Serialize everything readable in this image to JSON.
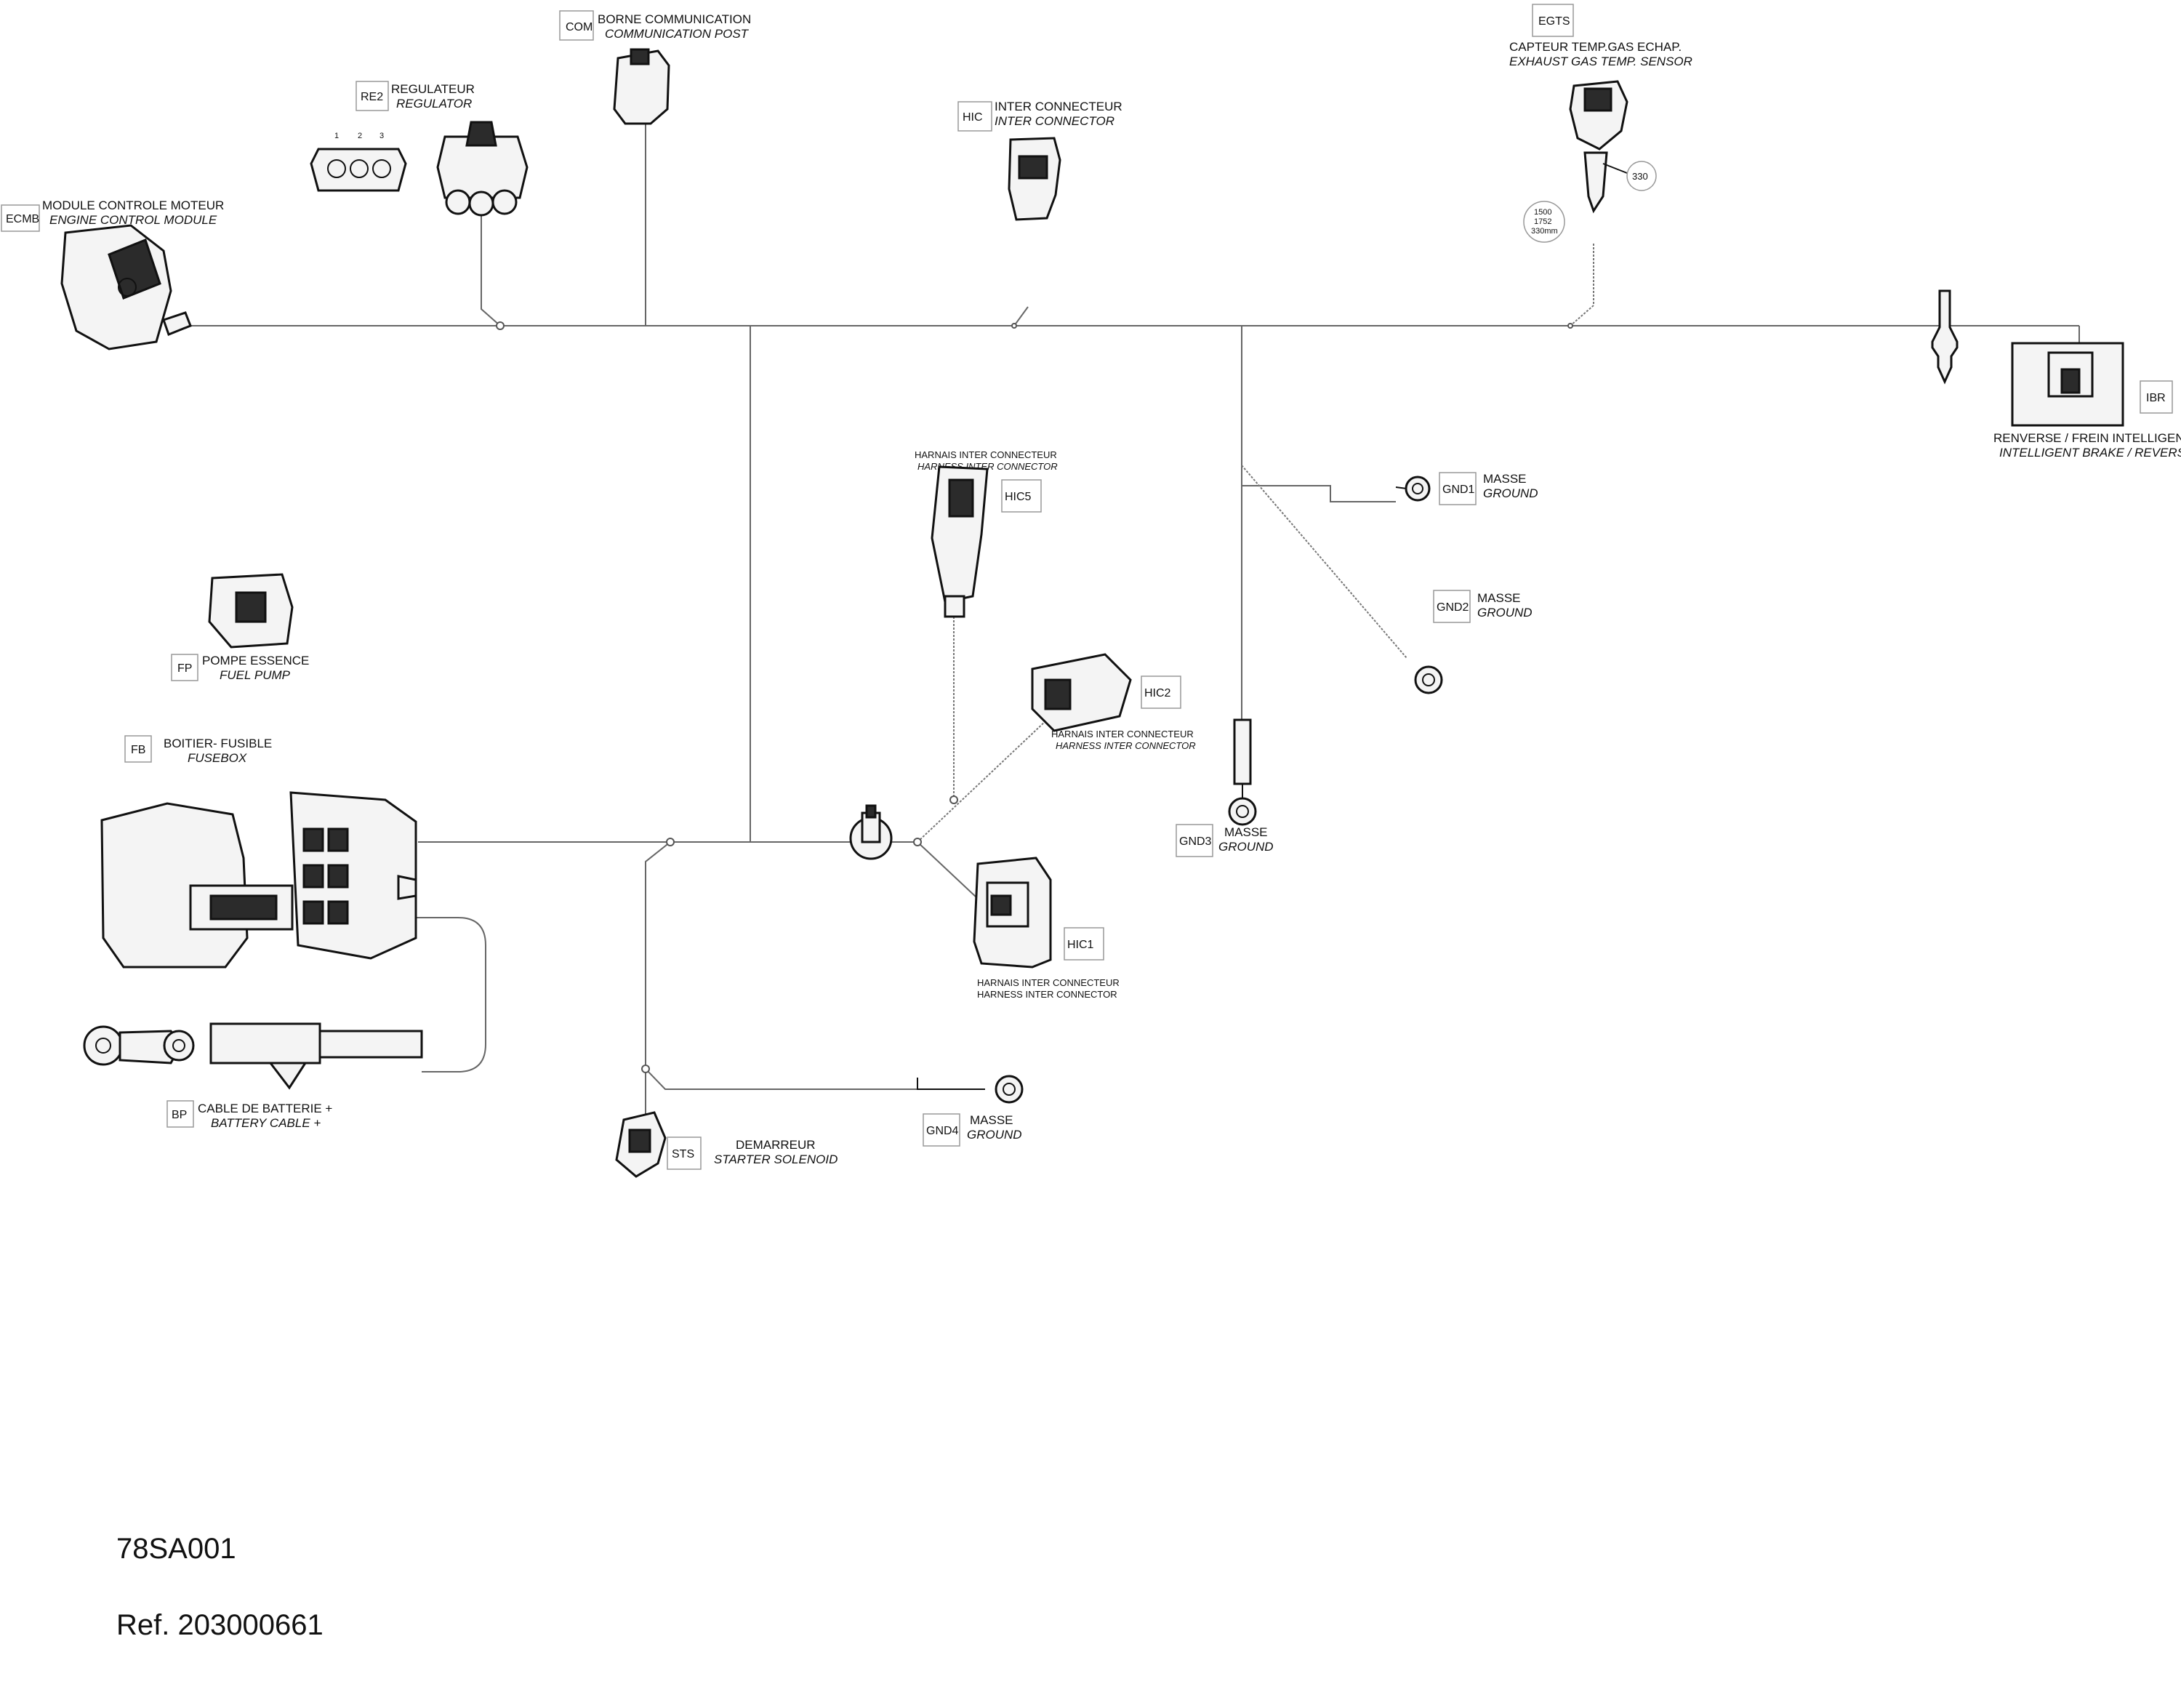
{
  "components": {
    "ecmb": {
      "code": "ECMB",
      "fr": "MODULE CONTROLE MOTEUR",
      "en": "ENGINE CONTROL MODULE"
    },
    "re2": {
      "code": "RE2",
      "fr": "REGULATEUR",
      "en": "REGULATOR",
      "pins": [
        "1",
        "2",
        "3"
      ]
    },
    "com": {
      "code": "COM",
      "fr": "BORNE COMMUNICATION",
      "en": "COMMUNICATION POST"
    },
    "hic": {
      "code": "HIC",
      "fr": "INTER CONNECTEUR",
      "en": "INTER CONNECTOR"
    },
    "egts": {
      "code": "EGTS",
      "fr": "CAPTEUR TEMP.GAS ECHAP.",
      "en": "EXHAUST GAS TEMP. SENSOR",
      "callout": "330",
      "dims": [
        "1500",
        "1752",
        "330mm"
      ]
    },
    "ibr": {
      "code": "IBR",
      "fr": "RENVERSE / FREIN INTELLIGENT",
      "en": "INTELLIGENT BRAKE / REVERSE"
    },
    "hic5": {
      "code": "HIC5",
      "fr": "HARNAIS INTER CONNECTEUR",
      "en": "HARNESS INTER CONNECTOR"
    },
    "gnd1": {
      "code": "GND1",
      "fr": "MASSE",
      "en": "GROUND"
    },
    "gnd2": {
      "code": "GND2",
      "fr": "MASSE",
      "en": "GROUND"
    },
    "fp": {
      "code": "FP",
      "fr": "POMPE ESSENCE",
      "en": "FUEL PUMP"
    },
    "hic2": {
      "code": "HIC2",
      "fr": "HARNAIS INTER CONNECTEUR",
      "en": "HARNESS INTER CONNECTOR"
    },
    "fb": {
      "code": "FB",
      "fr": "BOITIER- FUSIBLE",
      "en": "FUSEBOX"
    },
    "gnd3": {
      "code": "GND3",
      "fr": "MASSE",
      "en": "GROUND"
    },
    "hic1": {
      "code": "HIC1",
      "fr": "HARNAIS INTER CONNECTEUR",
      "en": "HARNESS INTER CONNECTOR"
    },
    "bp": {
      "code": "BP",
      "fr": "CABLE DE BATTERIE +",
      "en": "BATTERY CABLE +"
    },
    "sts": {
      "code": "STS",
      "fr": "DEMARREUR",
      "en": "STARTER SOLENOID"
    },
    "gnd4": {
      "code": "GND4",
      "fr": "MASSE",
      "en": "GROUND"
    }
  },
  "footer": {
    "drawing_number": "78SA001",
    "reference": "Ref. 203000661"
  }
}
